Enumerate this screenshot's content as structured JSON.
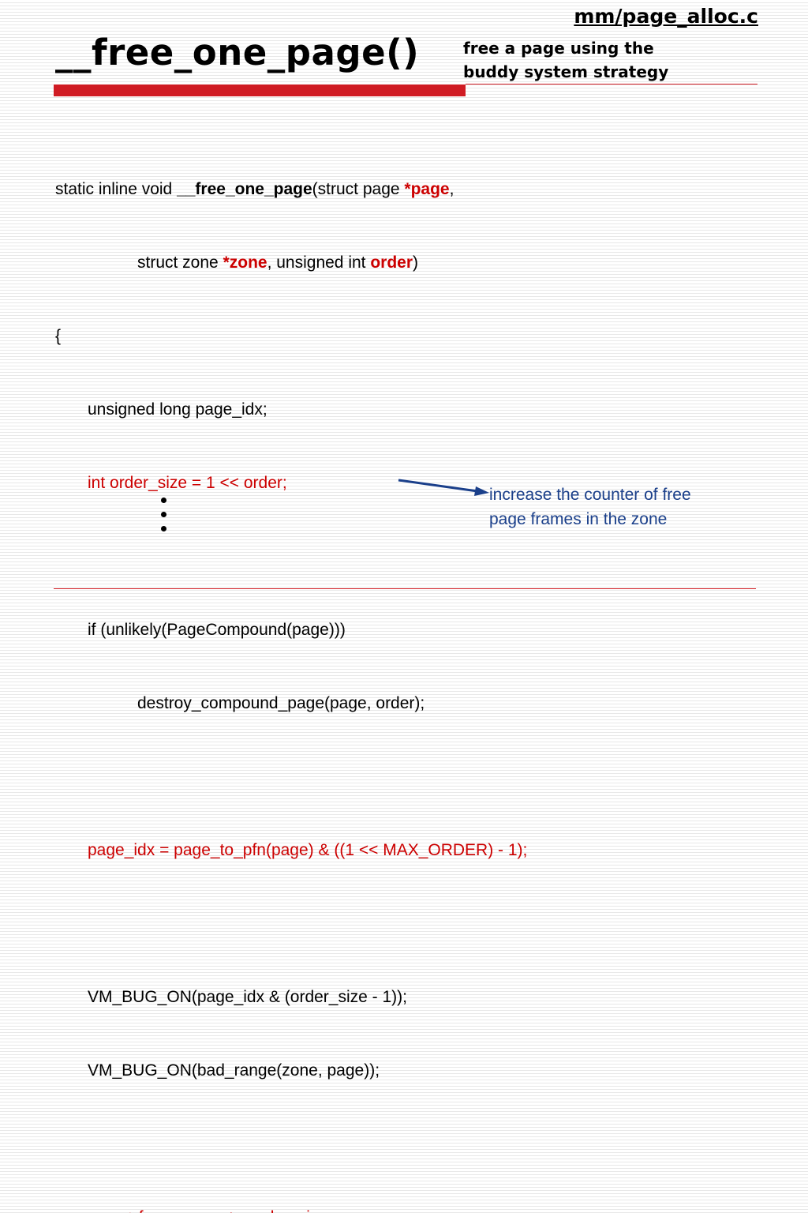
{
  "header": {
    "source_file": "mm/page_alloc.c",
    "title": "__free_one_page()",
    "subtitle_line1": "free a page using the",
    "subtitle_line2": "buddy system strategy"
  },
  "code": {
    "sig_prefix": "static inline void ",
    "sig_fn": "__free_one_page",
    "sig_mid": "(struct page ",
    "sig_param_page": "*page",
    "sig_comma": ",",
    "sig2_prefix": "struct zone ",
    "sig2_param_zone": "*zone",
    "sig2_mid": ", unsigned int ",
    "sig2_param_order": "order",
    "sig2_end": ")",
    "open_brace": "{",
    "line_decl_idx": "unsigned long page_idx;",
    "line_decl_size": "int order_size = 1 << order;",
    "line_if": "if (unlikely(PageCompound(page)))",
    "line_destroy": "destroy_compound_page(page, order);",
    "line_page_idx": "page_idx = page_to_pfn(page) & ((1 << MAX_ORDER) - 1);",
    "line_bug1": "VM_BUG_ON(page_idx & (order_size - 1));",
    "line_bug2": "VM_BUG_ON(bad_range(zone, page));",
    "line_free_pages": "zone->free_pages += order_size;"
  },
  "annotation": {
    "line1": "increase the counter of free",
    "line2": "page frames in the zone"
  },
  "colors": {
    "accent_red": "#d01c24",
    "code_red": "#cc0000",
    "annotation_blue": "#1a3f8a"
  }
}
